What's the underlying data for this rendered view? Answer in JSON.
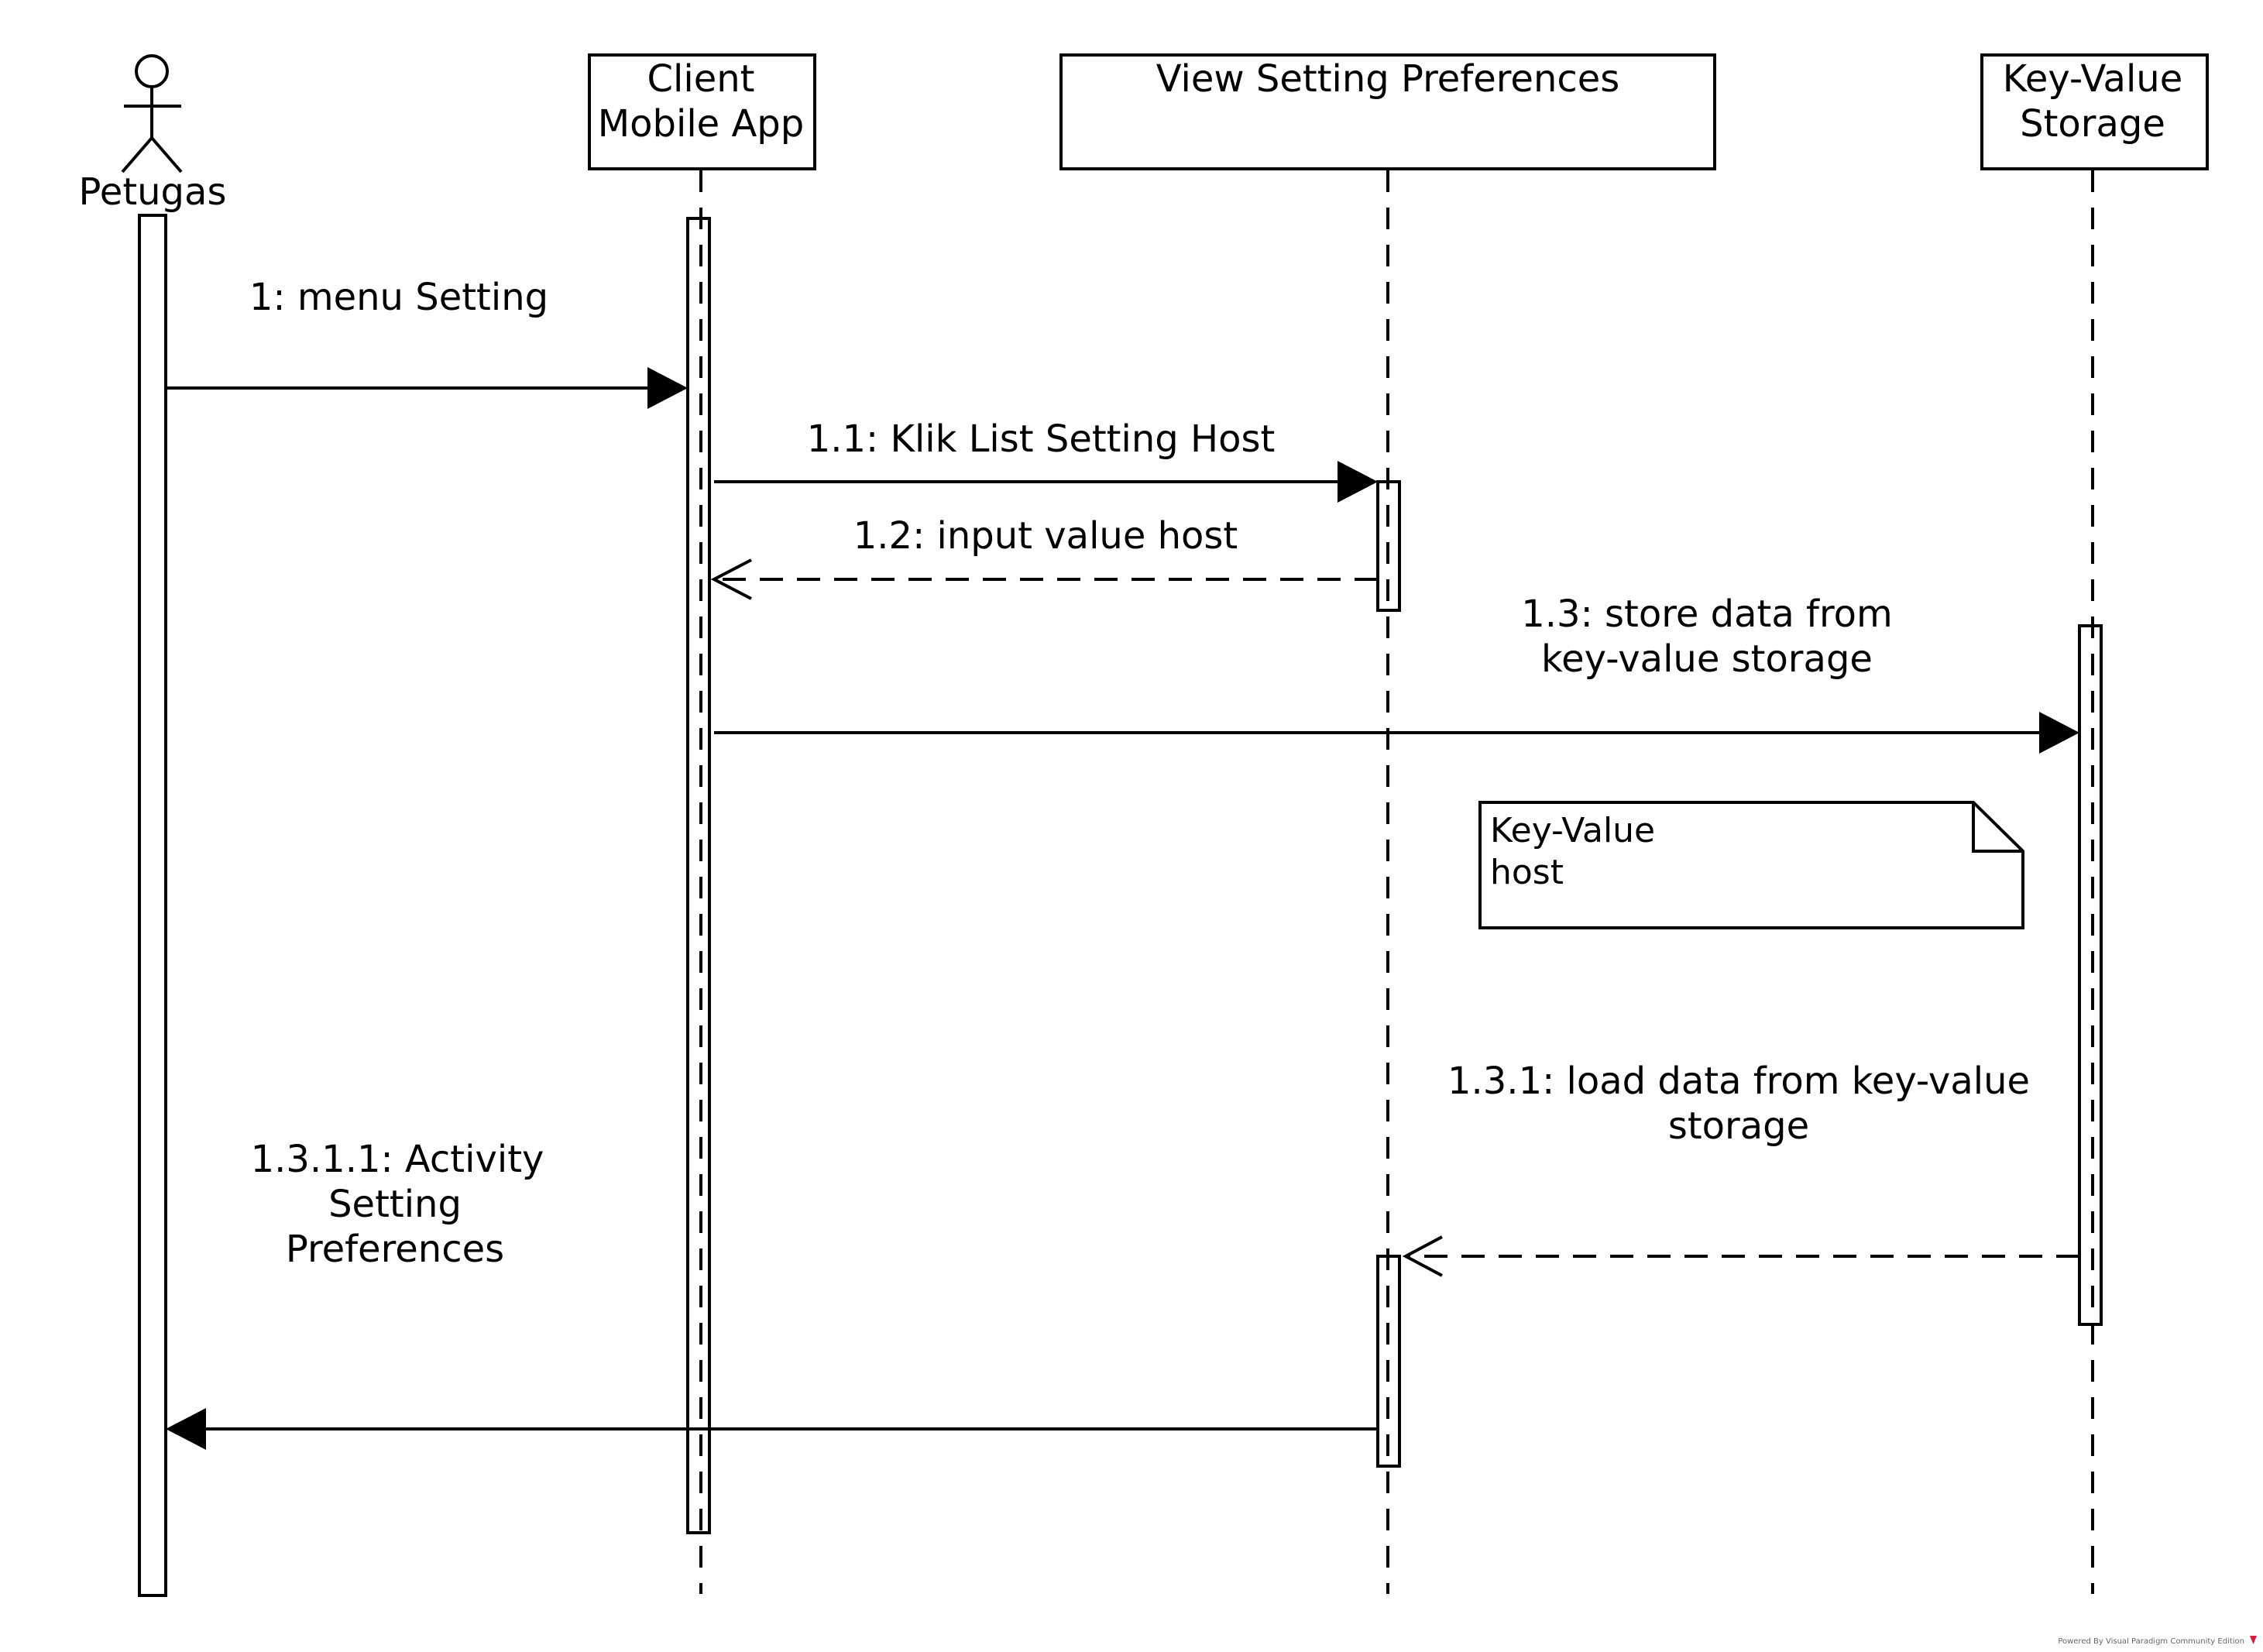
{
  "participants": {
    "actor": {
      "name": "Petugas"
    },
    "client": {
      "line1": "Client",
      "line2": "Mobile App"
    },
    "view": {
      "line1": "View Setting Preferences"
    },
    "storage": {
      "line1": "Key-Value",
      "line2": "Storage"
    }
  },
  "messages": {
    "m1": {
      "label": "1: menu Setting"
    },
    "m11": {
      "label": "1.1: Klik List Setting Host"
    },
    "m12": {
      "label": "1.2: input value host"
    },
    "m13": {
      "line1": "1.3: store data from",
      "line2": "key-value storage"
    },
    "m131": {
      "line1": "1.3.1: load data from key-value",
      "line2": "storage"
    },
    "m1311": {
      "line1": "1.3.1.1: Activity",
      "line2": "Setting",
      "line3": "Preferences"
    }
  },
  "note": {
    "line1": "Key-Value",
    "line2": "host"
  },
  "footer": {
    "text": "Powered By Visual Paradigm Community Edition"
  },
  "colors": {
    "line": "#000000",
    "background": "#ffffff",
    "brand": "#d81b3c"
  }
}
